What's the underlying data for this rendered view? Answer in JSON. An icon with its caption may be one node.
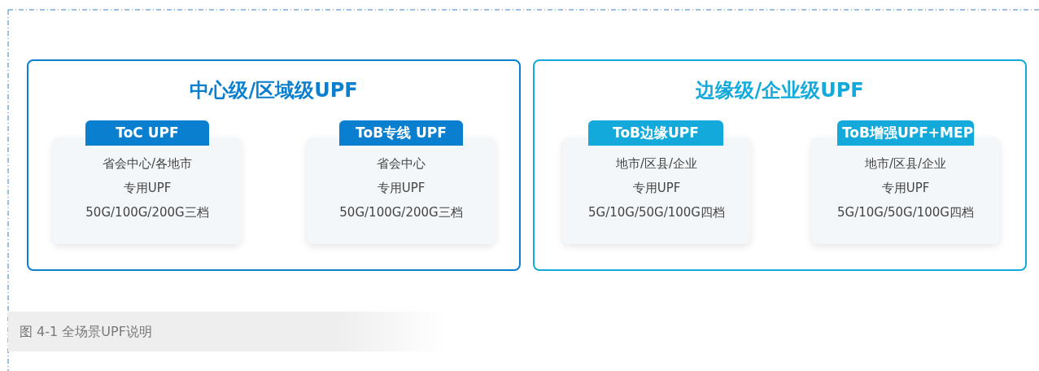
{
  "diagram": {
    "caption": "图 4-1 全场景UPF说明",
    "nodes": [
      {
        "text": [
          "中心级/区域级UPF"
        ]
      },
      {
        "text": [
          "ToC UPF",
          "省会中心/各地市",
          "专用UPF",
          "50G/100G/200G三档"
        ],
        "in": 0
      },
      {
        "text": [
          "ToB专线 UPF",
          "省会中心",
          "专用UPF",
          "50G/100G/200G三档"
        ],
        "in": 0
      },
      {
        "text": [
          "边缘级/企业级UPF"
        ]
      },
      {
        "text": [
          "ToB边缘UPF",
          "地市/区县/企业",
          "专用UPF",
          "5G/10G/50G/100G四档"
        ],
        "in": 3
      },
      {
        "text": [
          "ToB增强UPF+MEP",
          "地市/区县/企业",
          "专用UPF",
          "5G/10G/50G/100G四档"
        ],
        "in": 3
      }
    ]
  }
}
